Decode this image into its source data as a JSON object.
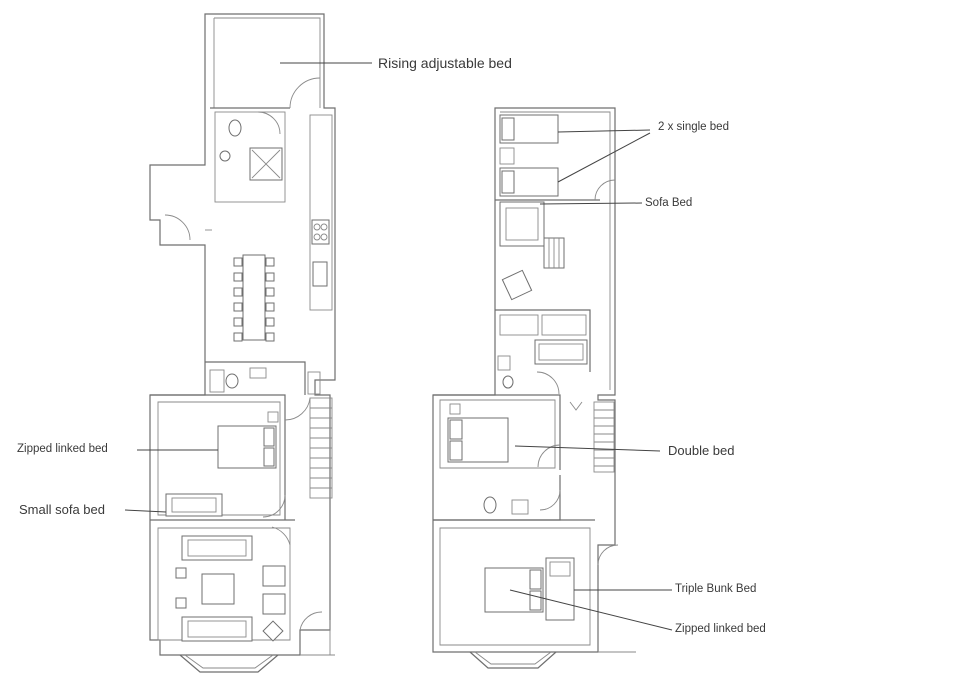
{
  "labels": {
    "rising_bed": "Rising adjustable bed",
    "single_beds": "2 x single bed",
    "sofa_bed": "Sofa Bed",
    "zipped_left": "Zipped linked bed",
    "small_sofa": "Small sofa bed",
    "double_bed": "Double bed",
    "bunk_bed": "Triple Bunk Bed",
    "zipped_right": "Zipped linked bed"
  }
}
